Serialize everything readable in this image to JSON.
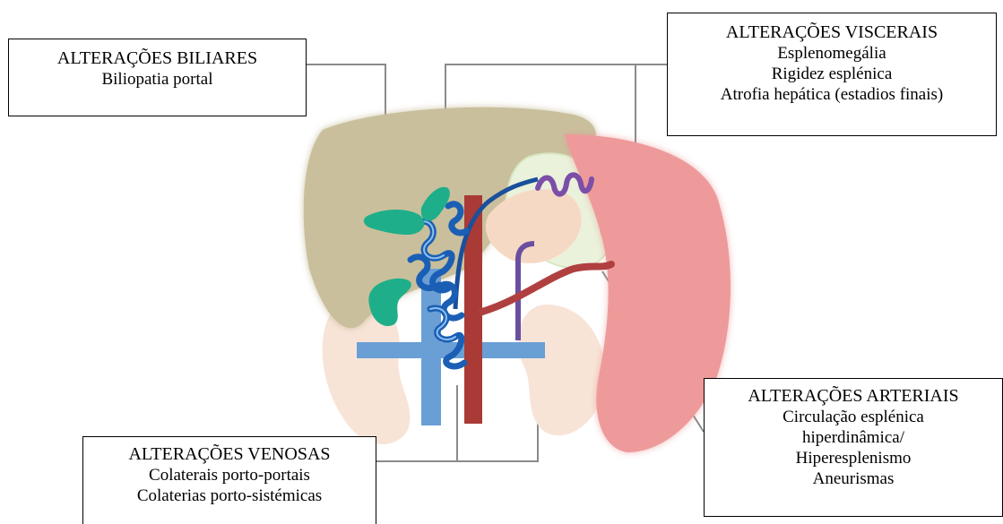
{
  "callouts": {
    "biliares": {
      "title": "ALTERAÇÕES BILIARES",
      "lines": [
        "Biliopatia portal"
      ]
    },
    "viscerais": {
      "title": "ALTERAÇÕES VISCERAIS",
      "lines": [
        "Esplenomegália",
        "Rigidez esplénica",
        "Atrofia hepática (estadios finais)"
      ]
    },
    "arteriais": {
      "title": "ALTERAÇÕES ARTERIAIS",
      "lines": [
        "Circulação esplénica",
        "hiperdinâmica/",
        "Hiperesplenismo",
        "Aneurismas"
      ]
    },
    "venosas": {
      "title": "ALTERAÇÕES VENOSAS",
      "lines": [
        "Colaterais porto-portais",
        "Colaterias porto-sistémicas"
      ]
    }
  },
  "colors": {
    "liver": "#c9bf9c",
    "spleen": "#ee9a9a",
    "pancreas": "#f6d9c4",
    "kidney": "#f8e4d7",
    "stomach": "#eaf2dc",
    "gallbladder": "#1fae8a",
    "portal_vein": "#6a9fd6",
    "collaterals": "#1a5fb4",
    "aorta": "#a93a36",
    "artery": "#b04040",
    "leader_line": "#8a8a8a"
  }
}
